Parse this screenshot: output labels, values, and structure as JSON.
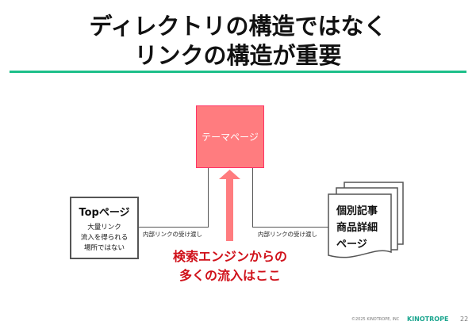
{
  "title": {
    "line1": "ディレクトリの構造ではなく",
    "line2": "リンクの構造が重要"
  },
  "theme_page": {
    "label": "テーマページ",
    "color": "#ff7c7f"
  },
  "top_page": {
    "heading": "Topページ",
    "lines": [
      "大量リンク",
      "流入を得られる",
      "場所ではない"
    ]
  },
  "link_left": "内部リンクの受け渡し",
  "link_right": "内部リンクの受け渡し",
  "detail_pages": {
    "lines": [
      "個別記事",
      "商品詳細",
      "ページ"
    ]
  },
  "callout": {
    "line1": "検索エンジンからの",
    "line2": "多くの流入はここ",
    "color": "#d0121b"
  },
  "footer": {
    "copyright": "©2025 KINOTROPE, INC",
    "logo": "KINOTROPE",
    "page": "22"
  },
  "accent": "#1dbf8a"
}
